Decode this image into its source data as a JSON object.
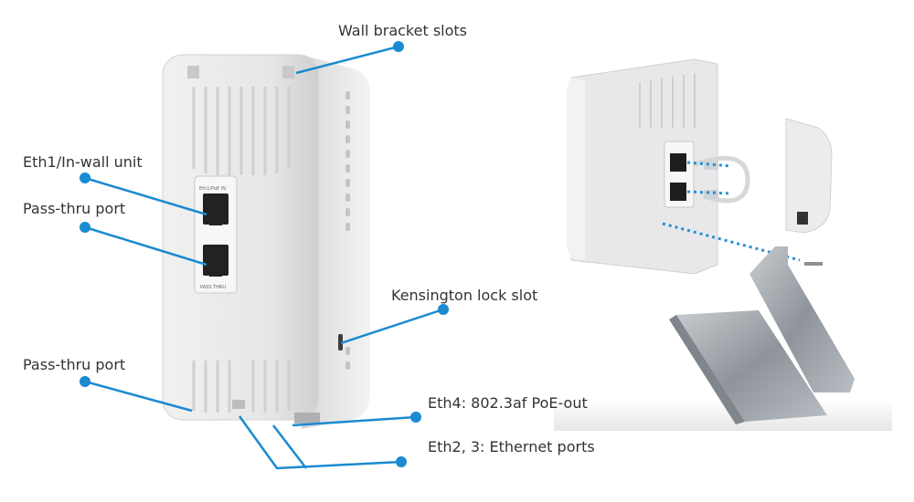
{
  "callouts": {
    "wall_bracket_slots": "Wall bracket slots",
    "eth1_in_wall": "Eth1/In-wall unit",
    "pass_thru_port_top": "Pass-thru port",
    "kensington_lock_slot": "Kensington lock slot",
    "pass_thru_port_bottom": "Pass-thru port",
    "eth4_poe_out": "Eth4: 802.3af PoE-out",
    "eth2_3_ethernet": "Eth2, 3: Ethernet ports"
  },
  "device_labels": {
    "port_top": "Eth1/PoE IN",
    "port_bottom": "PASS THRU"
  },
  "colors": {
    "callout_line": "#1b8ad0",
    "device_body": "#e9e9ea",
    "stand_metal": "#9aa0a6"
  }
}
